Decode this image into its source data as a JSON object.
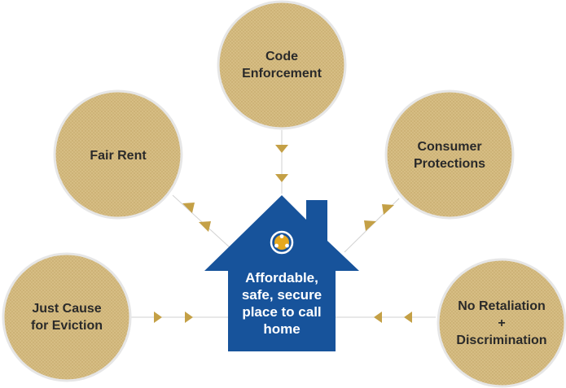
{
  "center": {
    "lines": [
      "Affordable,",
      "safe, secure",
      "place to call",
      "home"
    ]
  },
  "nodes": [
    {
      "id": "code-enforcement",
      "lines": [
        "Code",
        "Enforcement"
      ]
    },
    {
      "id": "fair-rent",
      "lines": [
        "Fair Rent"
      ]
    },
    {
      "id": "consumer-protections",
      "lines": [
        "Consumer",
        "Protections"
      ]
    },
    {
      "id": "just-cause-for-eviction",
      "lines": [
        "Just Cause",
        "for Eviction"
      ]
    },
    {
      "id": "no-retaliation-discrimination",
      "lines": [
        "No Retaliation",
        "+",
        "Discrimination"
      ]
    }
  ],
  "colors": {
    "circle_fill": "#d7be86",
    "circle_stroke": "#e3e3e3",
    "house_fill": "#17539b",
    "arrow": "#c4a046",
    "connector": "#d0d0d0",
    "logo_ring": "#ffffff",
    "logo_figure": "#e5a81f"
  },
  "icons": {
    "logo": "people-circle-icon",
    "arrow": "triangle-arrow-icon"
  }
}
